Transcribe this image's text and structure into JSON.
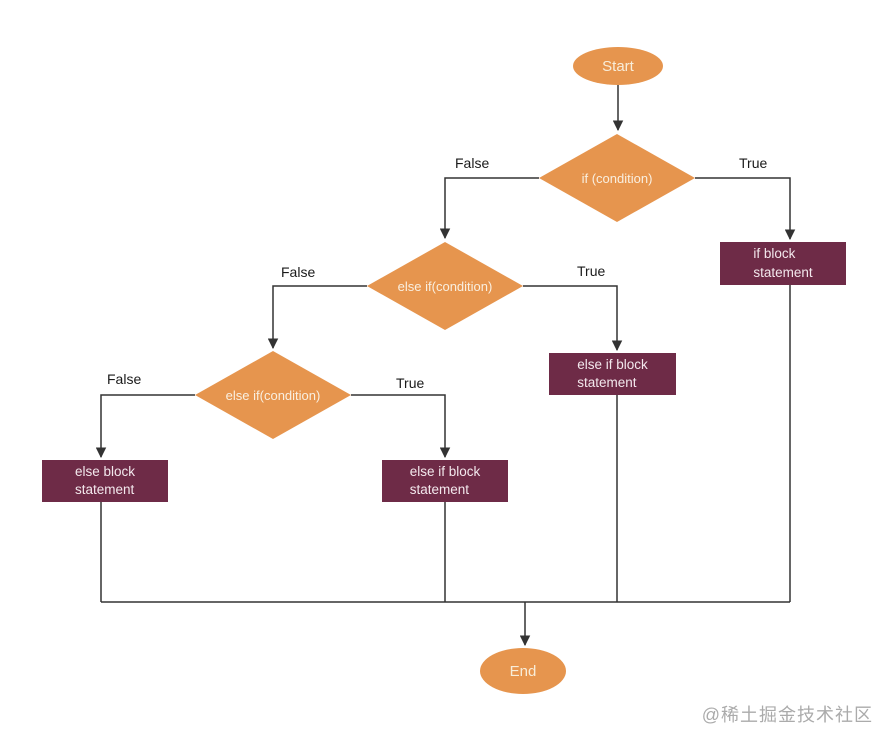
{
  "diagram": {
    "type": "flowchart",
    "nodes": {
      "start": {
        "label": "Start",
        "shape": "oval"
      },
      "if_condition": {
        "label": "if (condition)",
        "shape": "diamond"
      },
      "if_block": {
        "label": "if block\nstatement",
        "shape": "rect"
      },
      "elseif_condition_1": {
        "label": "else if(condition)",
        "shape": "diamond"
      },
      "elseif_block_1": {
        "label": "else if block\nstatement",
        "shape": "rect"
      },
      "elseif_condition_2": {
        "label": "else if(condition)",
        "shape": "diamond"
      },
      "elseif_block_2": {
        "label": "else if block\nstatement",
        "shape": "rect"
      },
      "else_block": {
        "label": "else block\nstatement",
        "shape": "rect"
      },
      "end": {
        "label": "End",
        "shape": "oval"
      }
    },
    "edge_labels": {
      "if_true": "True",
      "if_false": "False",
      "elseif1_true": "True",
      "elseif1_false": "False",
      "elseif2_true": "True",
      "elseif2_false": "False"
    },
    "colors": {
      "decision_fill": "#E6954E",
      "terminator_fill": "#E6954E",
      "process_fill": "#6E2B47",
      "shape_text": "#F8EDD9",
      "connector": "#333333",
      "edge_label_text": "#1A1A1A",
      "watermark_text": "#ABABAB",
      "background": "#FFFFFF"
    }
  },
  "watermark": {
    "text": "@稀土掘金技术社区"
  }
}
